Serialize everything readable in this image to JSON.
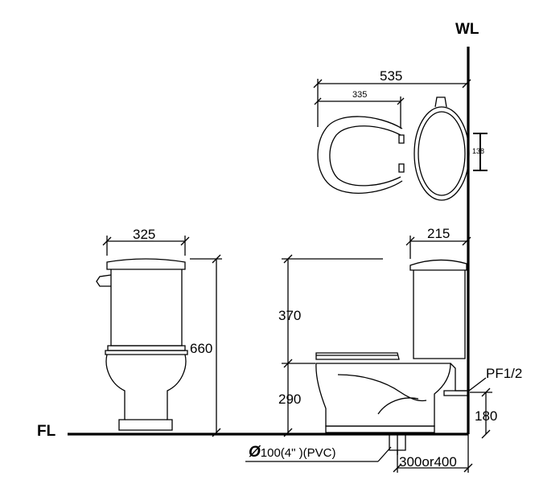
{
  "labels": {
    "wall": "WL",
    "floor": "FL",
    "pipe_connection": "PF1/2",
    "drain": "100(4\" )(PVC)",
    "diameter_symbol": "Ø",
    "roughin": "300or400"
  },
  "dimensions": {
    "top_total_depth": "535",
    "top_seat_depth": "335",
    "top_hinge_spacing": "138",
    "front_width": "325",
    "front_height": "660",
    "side_tank_depth": "215",
    "side_tank_height": "370",
    "side_bowl_height": "290",
    "side_pipe_height": "180"
  }
}
